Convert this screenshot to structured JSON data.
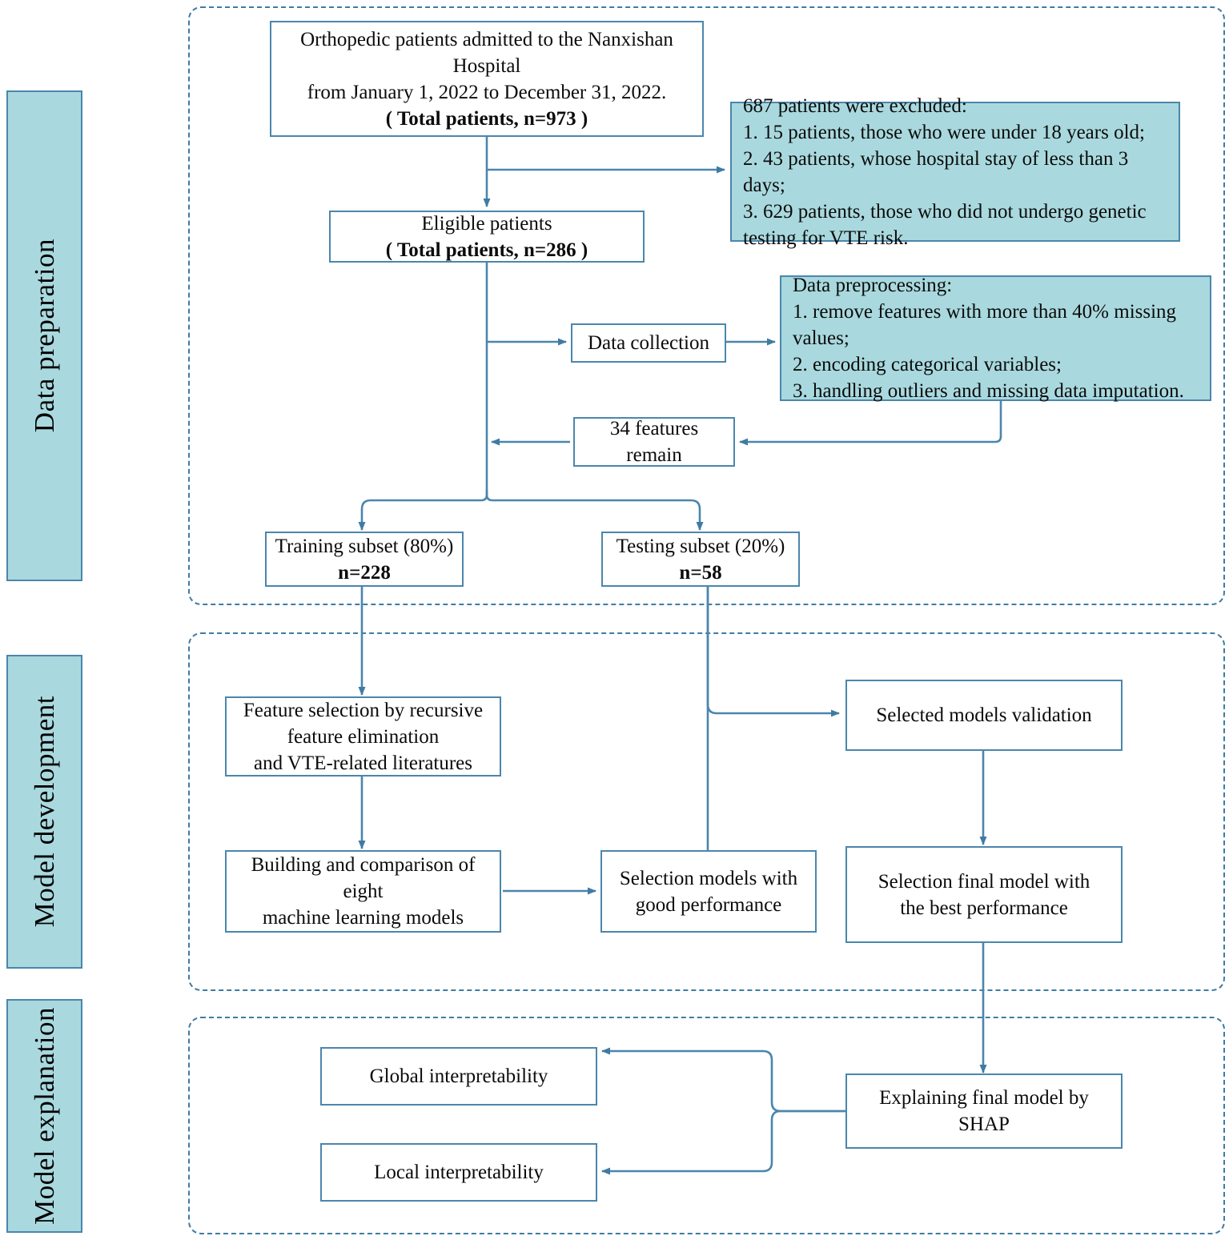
{
  "colors": {
    "teal_fill": "#a9d9de",
    "box_border": "#4b86ac",
    "frame_dash": "#3f7ba3",
    "arrow": "#3f7ba3",
    "text": "#0b0b0b"
  },
  "stages": [
    {
      "id": "data-preparation",
      "label": "Data preparation"
    },
    {
      "id": "model-development",
      "label": "Model development"
    },
    {
      "id": "model-explanation",
      "label": "Model explanation"
    }
  ],
  "nodes": {
    "source_cohort": {
      "line1": "Orthopedic patients admitted to the Nanxishan Hospital",
      "line2": "from January 1, 2022 to December 31, 2022.",
      "line3": "( Total patients, n=973 )"
    },
    "excluded": {
      "line1": "687 patients were excluded:",
      "line2": "1. 15 patients, those who were under 18 years old;",
      "line3": "2. 43 patients, whose hospital stay of less than 3 days;",
      "line4": "3. 629 patients, those who did not undergo genetic",
      "line5": "testing for VTE risk."
    },
    "eligible": {
      "line1": "Eligible patients",
      "line2": "( Total patients, n=286 )"
    },
    "data_collection": {
      "line1": "Data collection"
    },
    "preprocessing": {
      "line1": "Data preprocessing:",
      "line2": "1. remove features with more than 40% missing values;",
      "line3": "2. encoding categorical variables;",
      "line4": "3. handling outliers and missing data imputation."
    },
    "features_remain": {
      "line1": "34 features remain"
    },
    "training_subset": {
      "line1": "Training subset (80%)",
      "line2": "n=228"
    },
    "testing_subset": {
      "line1": "Testing subset (20%)",
      "line2": "n=58"
    },
    "feature_selection": {
      "line1": "Feature selection by recursive",
      "line2": "feature elimination",
      "line3": "and VTE-related literatures"
    },
    "model_building": {
      "line1": "Building and comparison of eight",
      "line2": "machine learning models"
    },
    "selection_good": {
      "line1": "Selection models with",
      "line2": "good performance"
    },
    "models_validation": {
      "line1": "Selected  models  validation"
    },
    "final_model": {
      "line1": "Selection final model with",
      "line2": "the best performance"
    },
    "shap": {
      "line1": "Explaining final model by SHAP"
    },
    "global_interp": {
      "line1": "Global interpretability"
    },
    "local_interp": {
      "line1": "Local interpretability"
    }
  }
}
